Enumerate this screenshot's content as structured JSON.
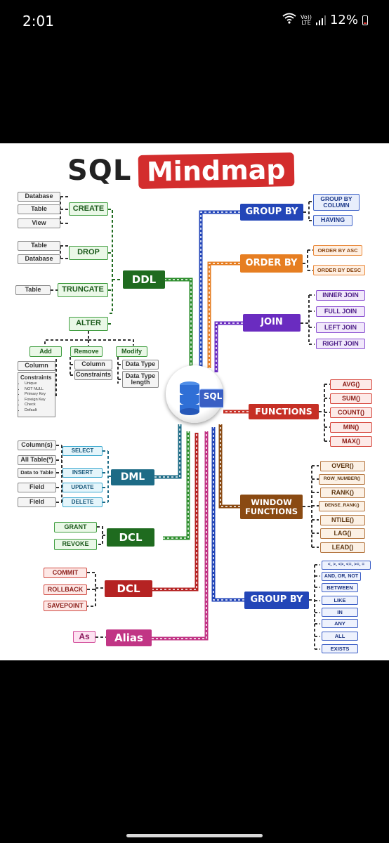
{
  "status_bar": {
    "time": "2:01",
    "volte_line1": "Vo))",
    "volte_line2": "LTE",
    "battery": "12%"
  },
  "title": {
    "sql": "SQL",
    "mindmap": "Mindmap"
  },
  "center_label": "SQL",
  "ddl": {
    "hub": "DDL",
    "create": {
      "label": "CREATE",
      "items": [
        "Database",
        "Table",
        "View"
      ]
    },
    "drop": {
      "label": "DROP",
      "items": [
        "Table",
        "Database"
      ]
    },
    "truncate": {
      "label": "TRUNCATE",
      "items": [
        "Table"
      ]
    },
    "alter": {
      "label": "ALTER",
      "add": {
        "label": "Add",
        "items": [
          "Column"
        ]
      },
      "constraints": {
        "heading": "Constraints",
        "items": [
          "Unique",
          "NOT NULL",
          "Primary Key",
          "Foreign Key",
          "Check",
          "Default"
        ]
      },
      "remove": {
        "label": "Remove",
        "items": [
          "Column",
          "Constraints"
        ]
      },
      "modify": {
        "label": "Modify",
        "items": [
          "Data Type",
          "Data Type length"
        ]
      }
    }
  },
  "dml": {
    "hub": "DML",
    "commands": [
      "SELECT",
      "INSERT",
      "UPDATE",
      "DELETE"
    ],
    "items": [
      "Column(s)",
      "All Table(*)",
      "Data to Table",
      "Field",
      "Field"
    ]
  },
  "dcl1": {
    "hub": "DCL",
    "items": [
      "GRANT",
      "REVOKE"
    ]
  },
  "dcl2": {
    "hub": "DCL",
    "items": [
      "COMMIT",
      "ROLLBACK",
      "SAVEPOINT"
    ]
  },
  "alias": {
    "hub": "Alias",
    "items": [
      "As"
    ]
  },
  "group_by": {
    "hub": "GROUP BY",
    "items": [
      "GROUP BY COLUMN",
      "HAVING"
    ]
  },
  "order_by": {
    "hub": "ORDER BY",
    "items": [
      "ORDER BY ASC",
      "ORDER BY DESC"
    ]
  },
  "join": {
    "hub": "JOIN",
    "items": [
      "INNER JOIN",
      "FULL JOIN",
      "LEFT JOIN",
      "RIGHT JOIN"
    ]
  },
  "functions": {
    "hub": "FUNCTIONS",
    "items": [
      "AVG()",
      "SUM()",
      "COUNT()",
      "MIN()",
      "MAX()"
    ]
  },
  "window_functions": {
    "hub": "WINDOW FUNCTIONS",
    "items": [
      "OVER()",
      "ROW_NUMBER()",
      "RANK()",
      "DENSE_RANK()",
      "NTILE()",
      "LAG()",
      "LEAD()"
    ]
  },
  "where": {
    "hub": "GROUP BY",
    "items": [
      "<, >, <>, <=, >=, =",
      "AND, OR, NOT",
      "BETWEEN",
      "LIKE",
      "IN",
      "ANY",
      "ALL",
      "EXISTS"
    ]
  },
  "colors": {
    "ddl": "#1f6b1f",
    "dml": "#1d6b86",
    "dcl_green": "#2f8f2f",
    "dcl_red": "#b52323",
    "alias": "#c13585",
    "group_by": "#2346b8",
    "order_by": "#e67e22",
    "join": "#6a2cc0",
    "functions": "#c62f25",
    "window": "#8a4a12"
  }
}
